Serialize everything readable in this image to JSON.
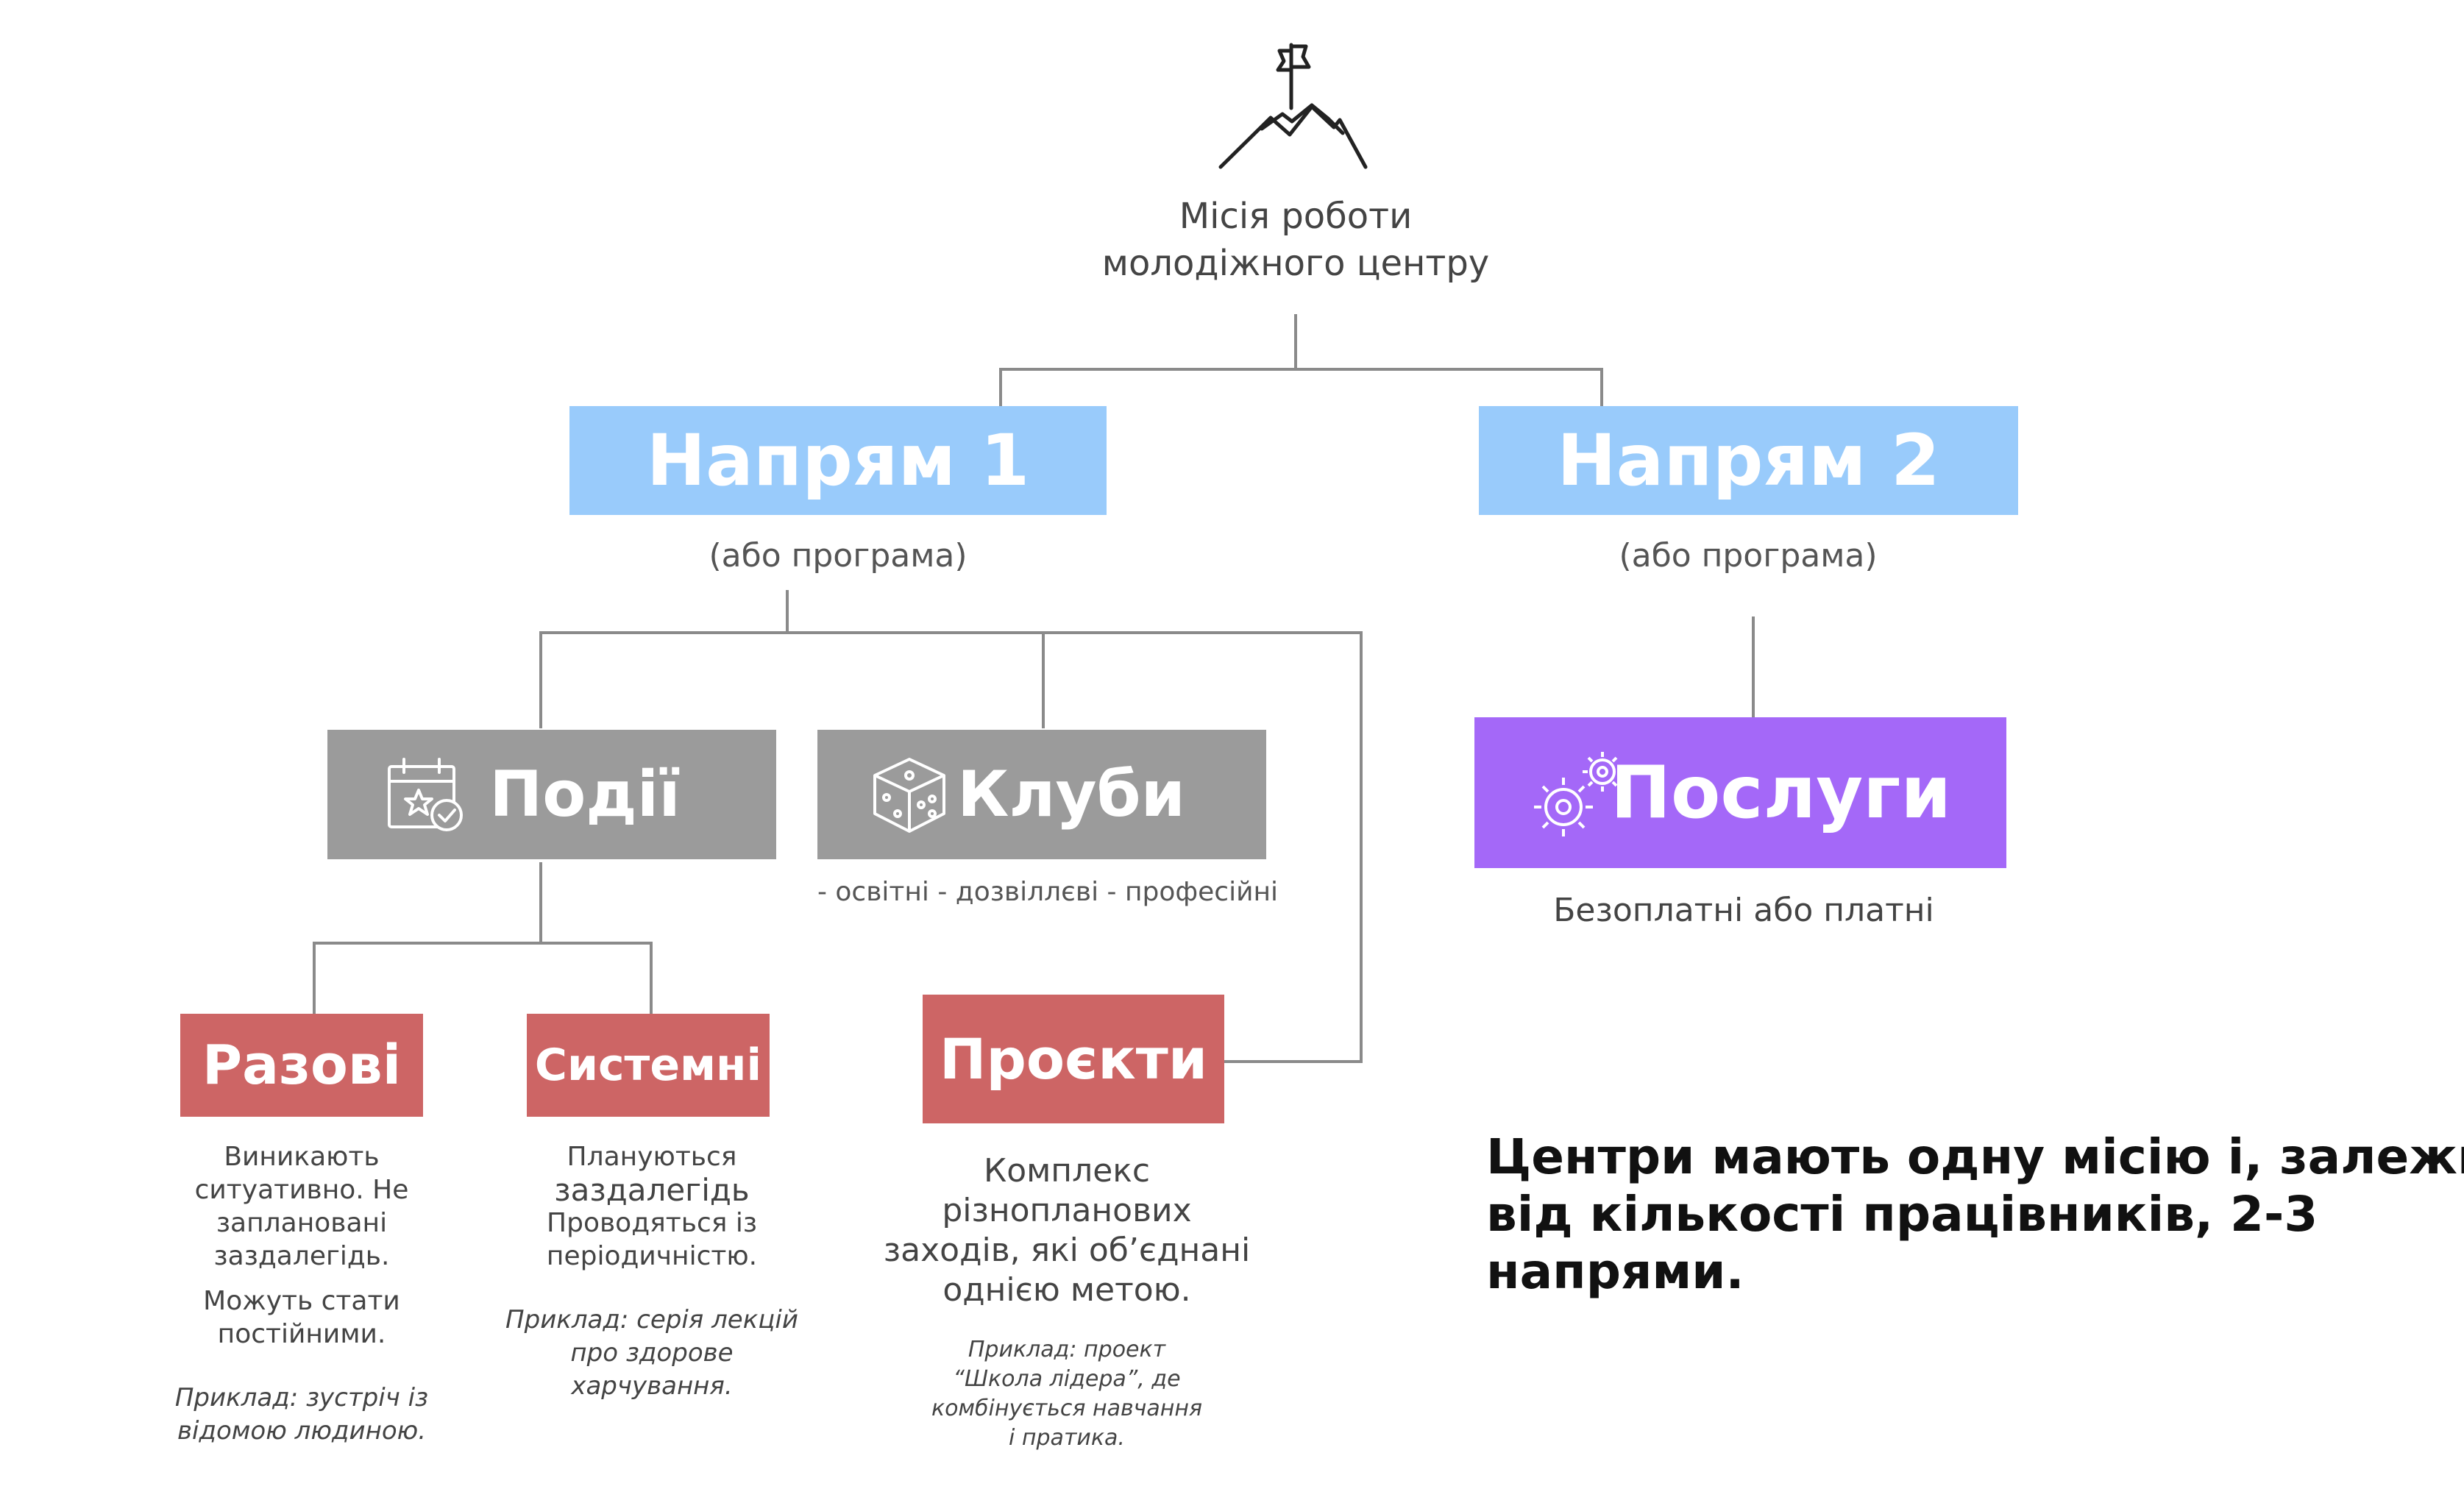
{
  "mission": {
    "icon": "mountain-flag-icon",
    "line1": "Місія роботи",
    "line2": "молодіжного центру"
  },
  "directions": [
    {
      "title": "Напрям 1",
      "subtitle": "(або програма)"
    },
    {
      "title": "Напрям 2",
      "subtitle": "(або програма)"
    }
  ],
  "events": {
    "title": "Події",
    "icon": "calendar-star-icon"
  },
  "clubs": {
    "title": "Клуби",
    "icon": "dice-icon",
    "note": "- освітні - дозвіллєві - професійні"
  },
  "services": {
    "title": "Послуги",
    "icon": "gears-icon",
    "note": "Безоплатні або платні"
  },
  "one_time": {
    "title": "Разові",
    "desc1": "Виникають",
    "desc2": "ситуативно. Не",
    "desc3": "заплановані заздалегідь.",
    "desc4": "Можуть стати",
    "desc5": "постійними.",
    "example1": "Приклад: зустріч із",
    "example2": "відомою людиною."
  },
  "systemic": {
    "title": "Системні",
    "desc1": "Плануються",
    "desc2": "заздалегідь",
    "desc3": "Проводяться із",
    "desc4": "періодичністю.",
    "example1": "Приклад: серія лекцій",
    "example2": "про здорове",
    "example3": "харчування."
  },
  "projects": {
    "title": "Проєкти",
    "desc1": "Комплекс",
    "desc2": "різнопланових",
    "desc3": "заходів, які об’єднані",
    "desc4": "однією метою.",
    "example1": "Приклад: проект",
    "example2": "“Школа лідера”, де",
    "example3": "комбінується навчання",
    "example4": "і пратика."
  },
  "summary": {
    "line1": "Центри мають одну місію і, залежно",
    "line2": "від кількості працівників, 2-3",
    "line3": "напрями."
  },
  "colors": {
    "direction": "#99cbfb",
    "category": "#9b9b9b",
    "services": "#a468f8",
    "type": "#cd6565",
    "connector": "#8a8a8a"
  }
}
